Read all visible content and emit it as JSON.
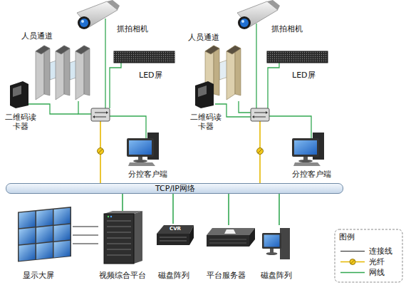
{
  "diagram": {
    "nodes": [
      {
        "text": [
          "抓拍相机"
        ]
      },
      {
        "text": [
          "人员通道"
        ]
      },
      {
        "text": [
          "LED屏"
        ]
      },
      {
        "text": [
          "二维码读 卡器"
        ]
      },
      {
        "text": [
          "分控客户端"
        ]
      },
      {
        "text": [
          "抓拍相机"
        ]
      },
      {
        "text": [
          "人员通道"
        ]
      },
      {
        "text": [
          "LED屏"
        ]
      },
      {
        "text": [
          "二维码读 卡器"
        ]
      },
      {
        "text": [
          "分控客户端"
        ]
      },
      {
        "text": [
          "TCP/IP网络"
        ]
      },
      {
        "text": [
          "显示大屏"
        ]
      },
      {
        "text": [
          "视频综合平台"
        ]
      },
      {
        "text": [
          "磁盘阵列"
        ]
      },
      {
        "text": [
          "平台服务器"
        ]
      },
      {
        "text": [
          "磁盘阵列"
        ]
      }
    ],
    "edges": [
      {
        "from": 11,
        "to": 12,
        "arrow": "none"
      },
      {
        "from": 10,
        "to": 12,
        "arrow": "none"
      },
      {
        "from": 10,
        "to": 13,
        "arrow": "none"
      },
      {
        "from": 10,
        "to": 14,
        "arrow": "none"
      },
      {
        "from": 10,
        "to": 15,
        "arrow": "none"
      }
    ],
    "labels": [
      "CVR",
      "图例"
    ],
    "legend": [
      {
        "text": "连接线"
      },
      {
        "text": "光纤"
      },
      {
        "text": "网线"
      }
    ]
  }
}
